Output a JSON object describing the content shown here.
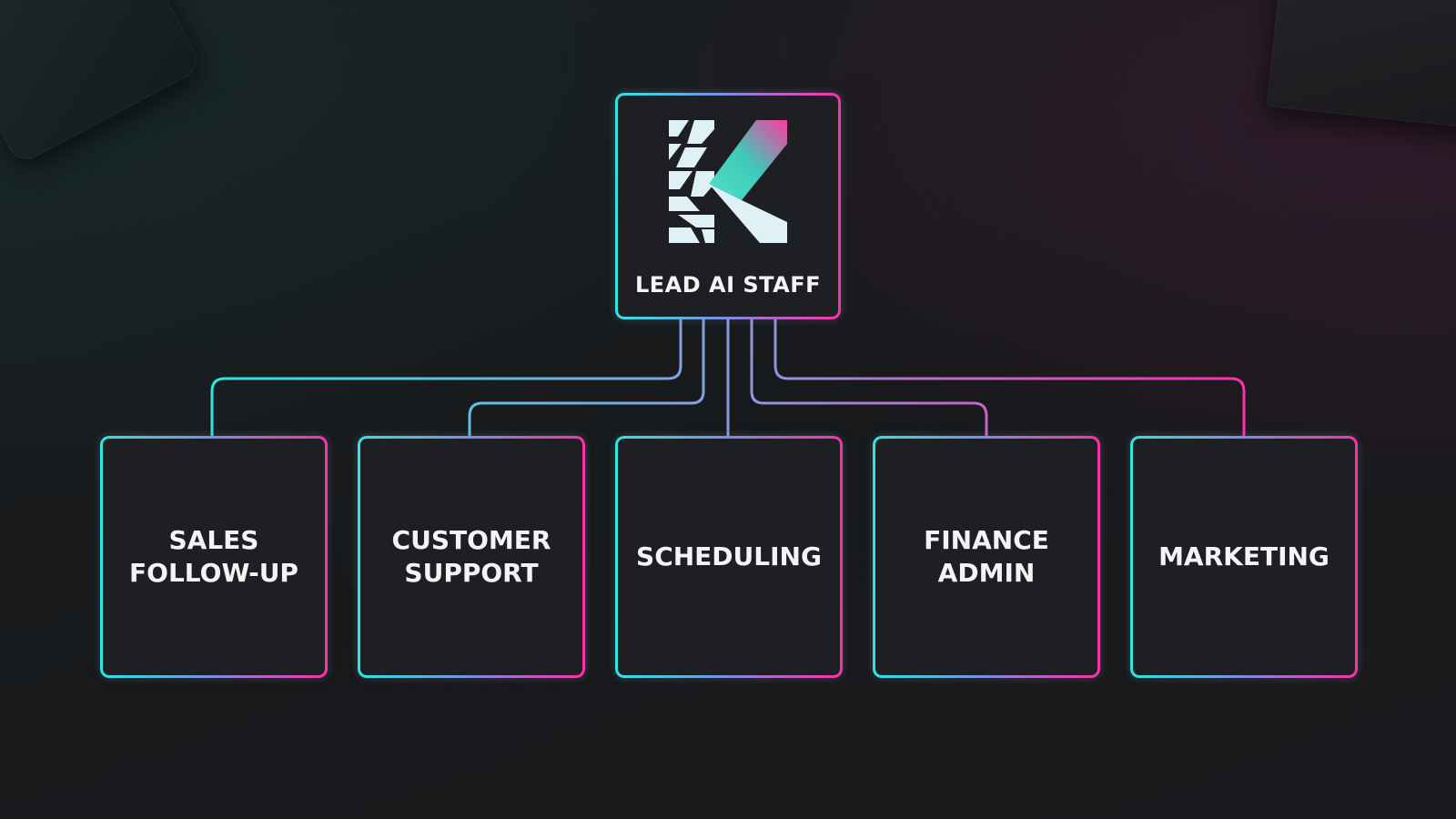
{
  "colors": {
    "accent_cyan": "#2ee6e0",
    "accent_magenta": "#ff2fa8",
    "box_fill": "#1d1f22",
    "background": "#17191b",
    "text": "#f2f4f5"
  },
  "lead": {
    "icon": "k-logo-icon",
    "title": "LEAD AI STAFF"
  },
  "departments": [
    {
      "label": "SALES\nFOLLOW-UP"
    },
    {
      "label": "CUSTOMER\nSUPPORT"
    },
    {
      "label": "SCHEDULING"
    },
    {
      "label": "FINANCE\nADMIN"
    },
    {
      "label": "MARKETING"
    }
  ]
}
